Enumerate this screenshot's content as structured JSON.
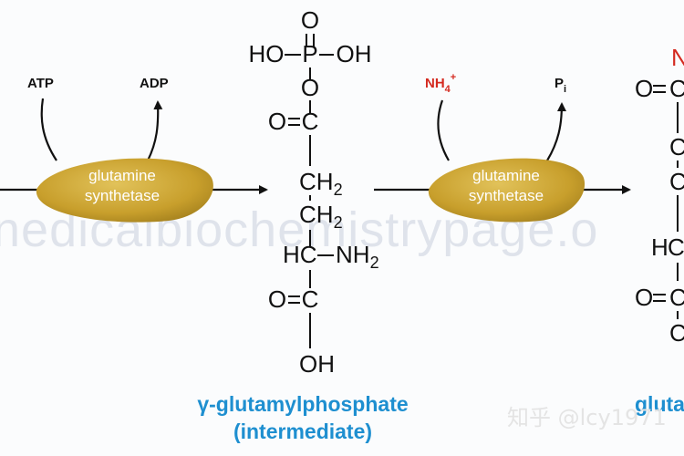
{
  "cofactors": {
    "atp": "ATP",
    "adp": "ADP",
    "nh4": "NH",
    "nh4_sub": "4",
    "nh4_sup": "+",
    "pi": "P",
    "pi_sub": "i"
  },
  "enzyme": {
    "line1": "glutamine",
    "line2": "synthetase"
  },
  "intermediate": {
    "o_top": "O",
    "ho": "HO",
    "p": "P",
    "oh_right": "OH",
    "o_mid": "O",
    "o_carbonyl": "O",
    "c1": "C",
    "ch2_a": "CH",
    "ch2_a_sub": "2",
    "ch2_b": "CH",
    "ch2_b_sub": "2",
    "hc": "HC",
    "nh2": "NH",
    "nh2_sub": "2",
    "c_carboxyl": "C",
    "o_carboxyl": "O",
    "oh_bottom": "OH",
    "name_line1": "γ-glutamylphosphate",
    "name_line2": "(intermediate)"
  },
  "product_partial": {
    "n_top": "N",
    "o_upper": "O",
    "c_upper": "C",
    "c_mid1": "C",
    "c_mid2": "C",
    "h_left": "H",
    "c_hc": "C",
    "o_lower": "O",
    "c_lower": "C",
    "c_bottom": "C",
    "label": "gluta"
  },
  "watermark": "nedicalbiochemistrypage.o",
  "credit": "知乎 @lcy1971"
}
